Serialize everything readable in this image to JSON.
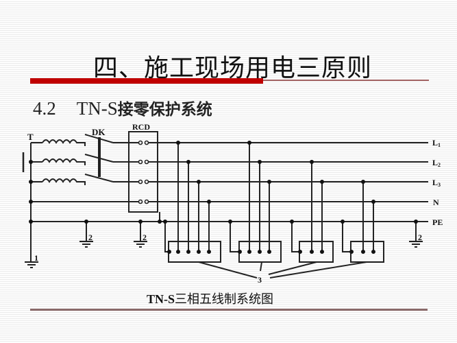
{
  "slide": {
    "title": "四、施工现场用电三原则",
    "subtitle_number": "4.2",
    "subtitle_system": "TN-S",
    "subtitle_text": "接零保护系统",
    "caption_latin": "TN-S",
    "caption_text": "三相五线制系统图",
    "accent_color": "#c00000"
  },
  "diagram": {
    "transformer_label": "T",
    "switch_label": "DK",
    "rcd_label": "RCD",
    "lines": [
      {
        "id": "L1",
        "label": "L",
        "sub": "1"
      },
      {
        "id": "L2",
        "label": "L",
        "sub": "2"
      },
      {
        "id": "L3",
        "label": "L",
        "sub": "3"
      },
      {
        "id": "N",
        "label": "N",
        "sub": ""
      },
      {
        "id": "PE",
        "label": "PE",
        "sub": ""
      }
    ],
    "ground_labels": {
      "main": "1",
      "repeat_1": "2",
      "repeat_2": "2",
      "repeat_3": "2"
    },
    "equipment_label": "3"
  }
}
